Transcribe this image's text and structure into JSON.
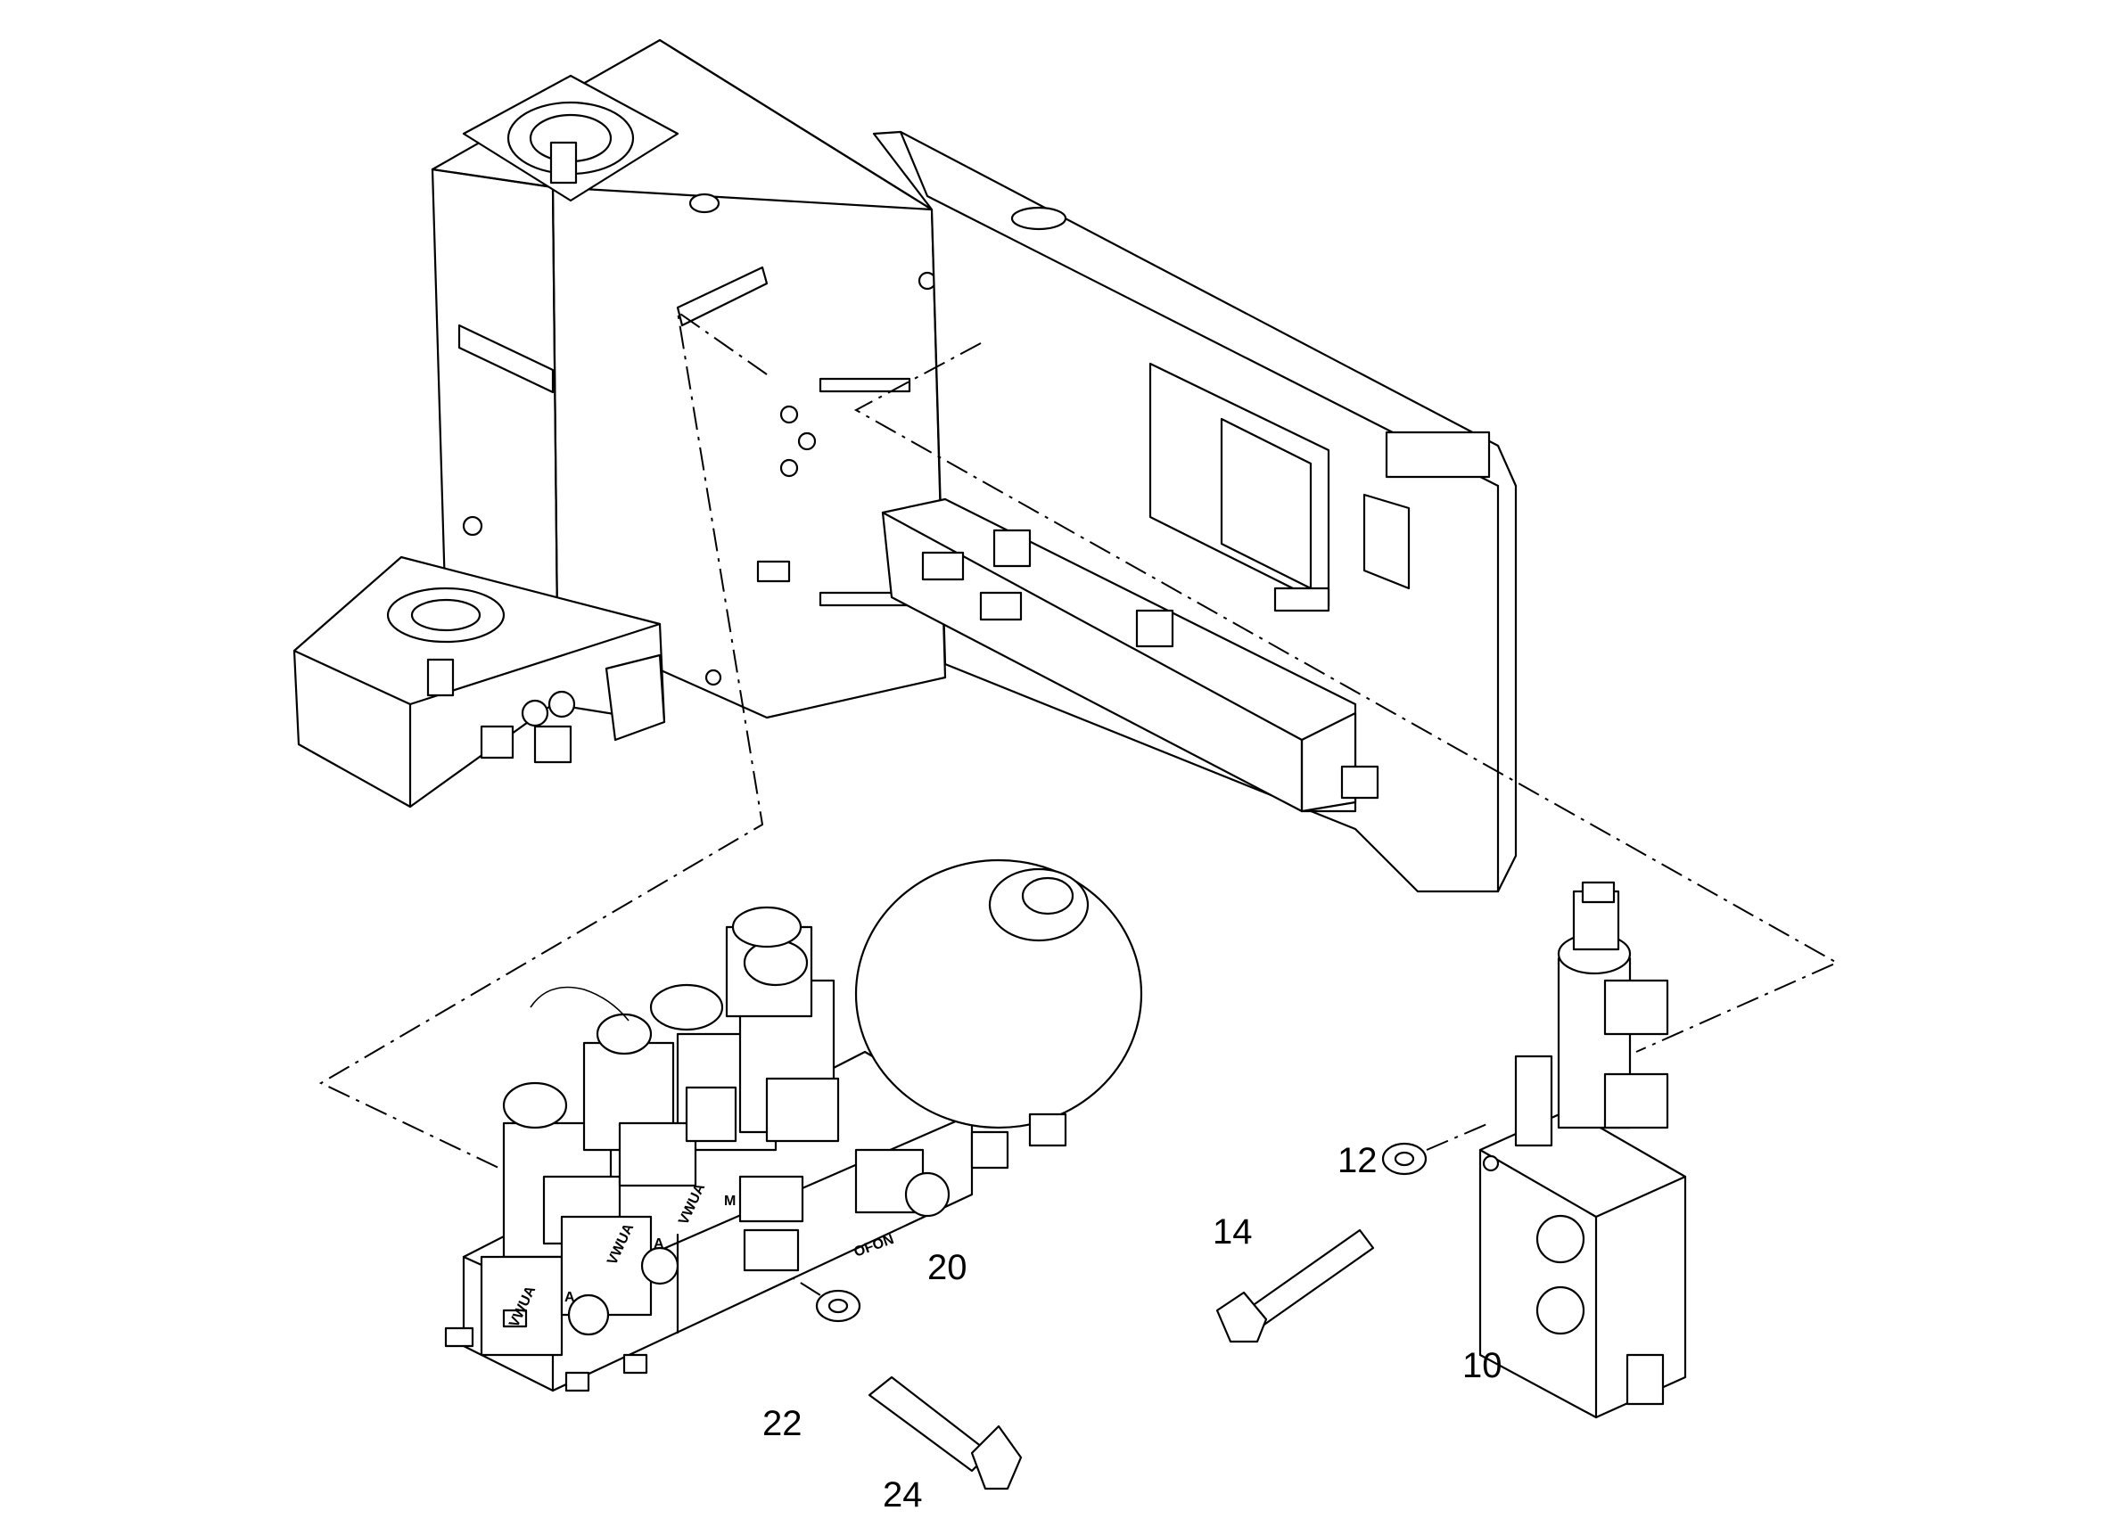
{
  "callouts": [
    {
      "label": "10"
    },
    {
      "label": "12"
    },
    {
      "label": "14"
    },
    {
      "label": "20"
    },
    {
      "label": "22"
    },
    {
      "label": "24"
    }
  ],
  "stamps": {
    "valve_a1": "A",
    "valve_a2": "A",
    "valve_code1": "VWUA",
    "valve_code2": "VWUA",
    "valve_code3": "VWUA",
    "block_m": "M",
    "block_text": "OFON"
  },
  "colors": {
    "ink": "#000000",
    "paper": "#ffffff"
  }
}
